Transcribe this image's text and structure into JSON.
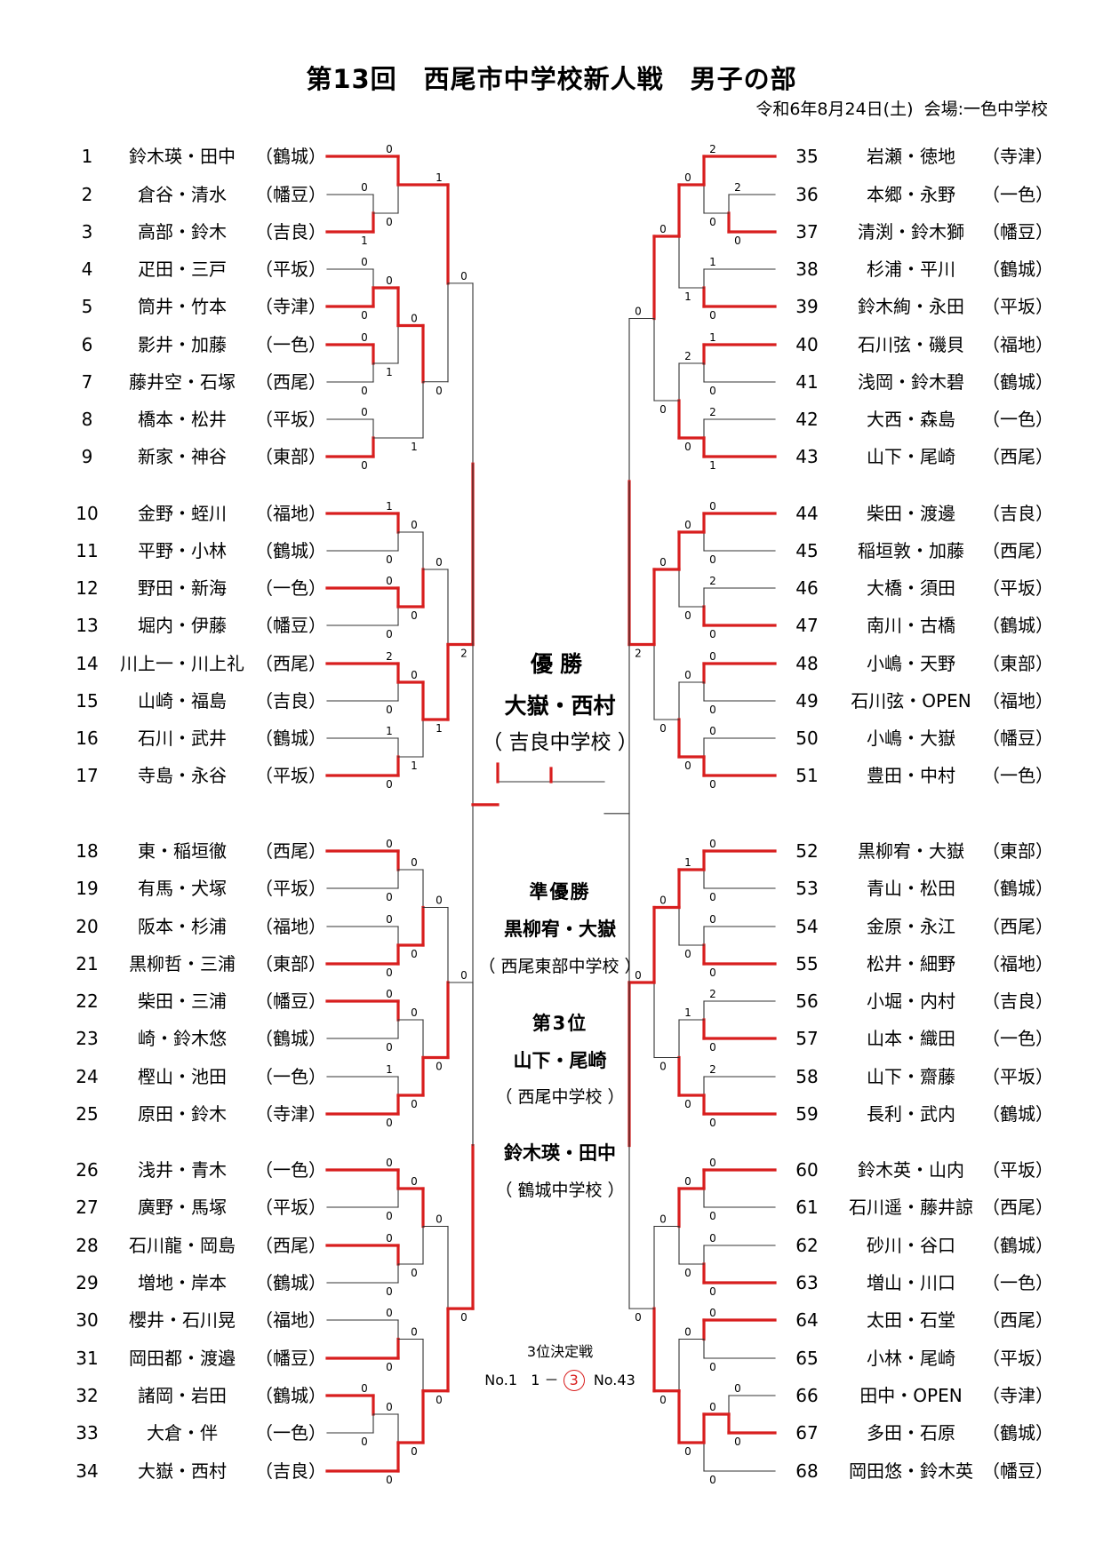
{
  "title": "第13回　西尾市中学校新人戦　男子の部",
  "subtitle": "令和6年8月24日(土)  会場:一色中学校",
  "colors": {
    "winner_line": "#d81e1e",
    "loser_line": "#333333"
  },
  "left": [
    {
      "no": "1",
      "name": "鈴木瑛・田中",
      "school": "（鶴城）"
    },
    {
      "no": "2",
      "name": "倉谷・清水",
      "school": "（幡豆）"
    },
    {
      "no": "3",
      "name": "高部・鈴木",
      "school": "（吉良）"
    },
    {
      "no": "4",
      "name": "疋田・三戸",
      "school": "（平坂）"
    },
    {
      "no": "5",
      "name": "筒井・竹本",
      "school": "（寺津）"
    },
    {
      "no": "6",
      "name": "影井・加藤",
      "school": "（一色）"
    },
    {
      "no": "7",
      "name": "藤井空・石塚",
      "school": "（西尾）"
    },
    {
      "no": "8",
      "name": "橋本・松井",
      "school": "（平坂）"
    },
    {
      "no": "9",
      "name": "新家・神谷",
      "school": "（東部）"
    },
    {
      "no": "10",
      "name": "金野・蛭川",
      "school": "（福地）"
    },
    {
      "no": "11",
      "name": "平野・小林",
      "school": "（鶴城）"
    },
    {
      "no": "12",
      "name": "野田・新海",
      "school": "（一色）"
    },
    {
      "no": "13",
      "name": "堀内・伊藤",
      "school": "（幡豆）"
    },
    {
      "no": "14",
      "name": "川上一・川上礼",
      "school": "（西尾）"
    },
    {
      "no": "15",
      "name": "山崎・福島",
      "school": "（吉良）"
    },
    {
      "no": "16",
      "name": "石川・武井",
      "school": "（鶴城）"
    },
    {
      "no": "17",
      "name": "寺島・永谷",
      "school": "（平坂）"
    },
    {
      "no": "18",
      "name": "東・稲垣徹",
      "school": "（西尾）"
    },
    {
      "no": "19",
      "name": "有馬・犬塚",
      "school": "（平坂）"
    },
    {
      "no": "20",
      "name": "阪本・杉浦",
      "school": "（福地）"
    },
    {
      "no": "21",
      "name": "黒柳哲・三浦",
      "school": "（東部）"
    },
    {
      "no": "22",
      "name": "柴田・三浦",
      "school": "（幡豆）"
    },
    {
      "no": "23",
      "name": "崎・鈴木悠",
      "school": "（鶴城）"
    },
    {
      "no": "24",
      "name": "樫山・池田",
      "school": "（一色）"
    },
    {
      "no": "25",
      "name": "原田・鈴木",
      "school": "（寺津）"
    },
    {
      "no": "26",
      "name": "浅井・青木",
      "school": "（一色）"
    },
    {
      "no": "27",
      "name": "廣野・馬塚",
      "school": "（平坂）"
    },
    {
      "no": "28",
      "name": "石川龍・岡島",
      "school": "（西尾）"
    },
    {
      "no": "29",
      "name": "増地・岸本",
      "school": "（鶴城）"
    },
    {
      "no": "30",
      "name": "櫻井・石川晃",
      "school": "（福地）"
    },
    {
      "no": "31",
      "name": "岡田都・渡邉",
      "school": "（幡豆）"
    },
    {
      "no": "32",
      "name": "諸岡・岩田",
      "school": "（鶴城）"
    },
    {
      "no": "33",
      "name": "大倉・伴",
      "school": "（一色）"
    },
    {
      "no": "34",
      "name": "大嶽・西村",
      "school": "（吉良）"
    }
  ],
  "right": [
    {
      "no": "35",
      "name": "岩瀬・徳地",
      "school": "（寺津）"
    },
    {
      "no": "36",
      "name": "本郷・永野",
      "school": "（一色）"
    },
    {
      "no": "37",
      "name": "清渕・鈴木獅",
      "school": "（幡豆）"
    },
    {
      "no": "38",
      "name": "杉浦・平川",
      "school": "（鶴城）"
    },
    {
      "no": "39",
      "name": "鈴木絢・永田",
      "school": "（平坂）"
    },
    {
      "no": "40",
      "name": "石川弦・磯貝",
      "school": "（福地）"
    },
    {
      "no": "41",
      "name": "浅岡・鈴木碧",
      "school": "（鶴城）"
    },
    {
      "no": "42",
      "name": "大西・森島",
      "school": "（一色）"
    },
    {
      "no": "43",
      "name": "山下・尾崎",
      "school": "（西尾）"
    },
    {
      "no": "44",
      "name": "柴田・渡邊",
      "school": "（吉良）"
    },
    {
      "no": "45",
      "name": "稲垣敦・加藤",
      "school": "（西尾）"
    },
    {
      "no": "46",
      "name": "大橋・須田",
      "school": "（平坂）"
    },
    {
      "no": "47",
      "name": "南川・古橋",
      "school": "（鶴城）"
    },
    {
      "no": "48",
      "name": "小嶋・天野",
      "school": "（東部）"
    },
    {
      "no": "49",
      "name": "石川弦・OPEN",
      "school": "（福地）"
    },
    {
      "no": "50",
      "name": "小嶋・大嶽",
      "school": "（幡豆）"
    },
    {
      "no": "51",
      "name": "豊田・中村",
      "school": "（一色）"
    },
    {
      "no": "52",
      "name": "黒柳宥・大嶽",
      "school": "（東部）"
    },
    {
      "no": "53",
      "name": "青山・松田",
      "school": "（鶴城）"
    },
    {
      "no": "54",
      "name": "金原・永江",
      "school": "（西尾）"
    },
    {
      "no": "55",
      "name": "松井・細野",
      "school": "（福地）"
    },
    {
      "no": "56",
      "name": "小堀・内村",
      "school": "（吉良）"
    },
    {
      "no": "57",
      "name": "山本・織田",
      "school": "（一色）"
    },
    {
      "no": "58",
      "name": "山下・齋藤",
      "school": "（平坂）"
    },
    {
      "no": "59",
      "name": "長利・武内",
      "school": "（鶴城）"
    },
    {
      "no": "60",
      "name": "鈴木英・山内",
      "school": "（平坂）"
    },
    {
      "no": "61",
      "name": "石川遥・藤井諒",
      "school": "（西尾）"
    },
    {
      "no": "62",
      "name": "砂川・谷口",
      "school": "（鶴城）"
    },
    {
      "no": "63",
      "name": "増山・川口",
      "school": "（一色）"
    },
    {
      "no": "64",
      "name": "太田・石堂",
      "school": "（西尾）"
    },
    {
      "no": "65",
      "name": "小林・尾崎",
      "school": "（平坂）"
    },
    {
      "no": "66",
      "name": "田中・OPEN",
      "school": "（寺津）"
    },
    {
      "no": "67",
      "name": "多田・石原",
      "school": "（鶴城）"
    },
    {
      "no": "68",
      "name": "岡田悠・鈴木英",
      "school": "（幡豆）"
    }
  ],
  "center": {
    "champion_title": "優勝",
    "champion_name": "大嶽・西村",
    "champion_school": "（ 吉良中学校 ）",
    "runnerup_title": "準優勝",
    "runnerup_name": "黒柳宥・大嶽",
    "runnerup_school": "（ 西尾東部中学校 ）",
    "third_title": "第3位",
    "third1_name": "山下・尾崎",
    "third1_school": "（ 西尾中学校 ）",
    "third2_name": "鈴木瑛・田中",
    "third2_school": "（ 鶴城中学校 ）",
    "third_match_title": "3位決定戦",
    "third_match_left": "No.1",
    "third_match_left_score": "1",
    "third_match_dash": "－",
    "third_match_right_score": "3",
    "third_match_right": "No.43"
  },
  "scores": {
    "L": [
      "0",
      "1",
      "0",
      "0",
      "0",
      "0",
      "0",
      "0",
      "0",
      "0",
      "0",
      "1",
      "0",
      "1",
      "1",
      "0",
      "1",
      "0",
      "0",
      "0",
      "2",
      "0",
      "1",
      "0",
      "0",
      "0",
      "0",
      "1",
      "0",
      "1",
      "0",
      "2",
      "0",
      "0",
      "0",
      "0",
      "0",
      "0",
      "1",
      "0",
      "0",
      "0",
      "0",
      "0",
      "0",
      "0",
      "0",
      "0",
      "0",
      "0",
      "0",
      "0",
      "0",
      "0",
      "0",
      "0",
      "0",
      "0",
      "0",
      "0",
      "0",
      "0",
      "0",
      "0",
      "0",
      "0"
    ],
    "R": [
      "2",
      "0",
      "2",
      "0",
      "1",
      "0",
      "0",
      "1",
      "1",
      "0",
      "2",
      "1",
      "2",
      "0",
      "0",
      "0",
      "0",
      "0",
      "2",
      "0",
      "0",
      "0",
      "0",
      "0",
      "0",
      "0",
      "0",
      "0",
      "0",
      "0",
      "0",
      "2",
      "0",
      "0",
      "0",
      "0",
      "1",
      "0",
      "2",
      "0",
      "2",
      "0",
      "1",
      "0",
      "0",
      "0",
      "0",
      "0",
      "0",
      "0",
      "0",
      "0",
      "0",
      "0",
      "0",
      "0",
      "0",
      "0",
      "0",
      "0",
      "0",
      "0",
      "0",
      "0",
      "0",
      "0"
    ]
  }
}
